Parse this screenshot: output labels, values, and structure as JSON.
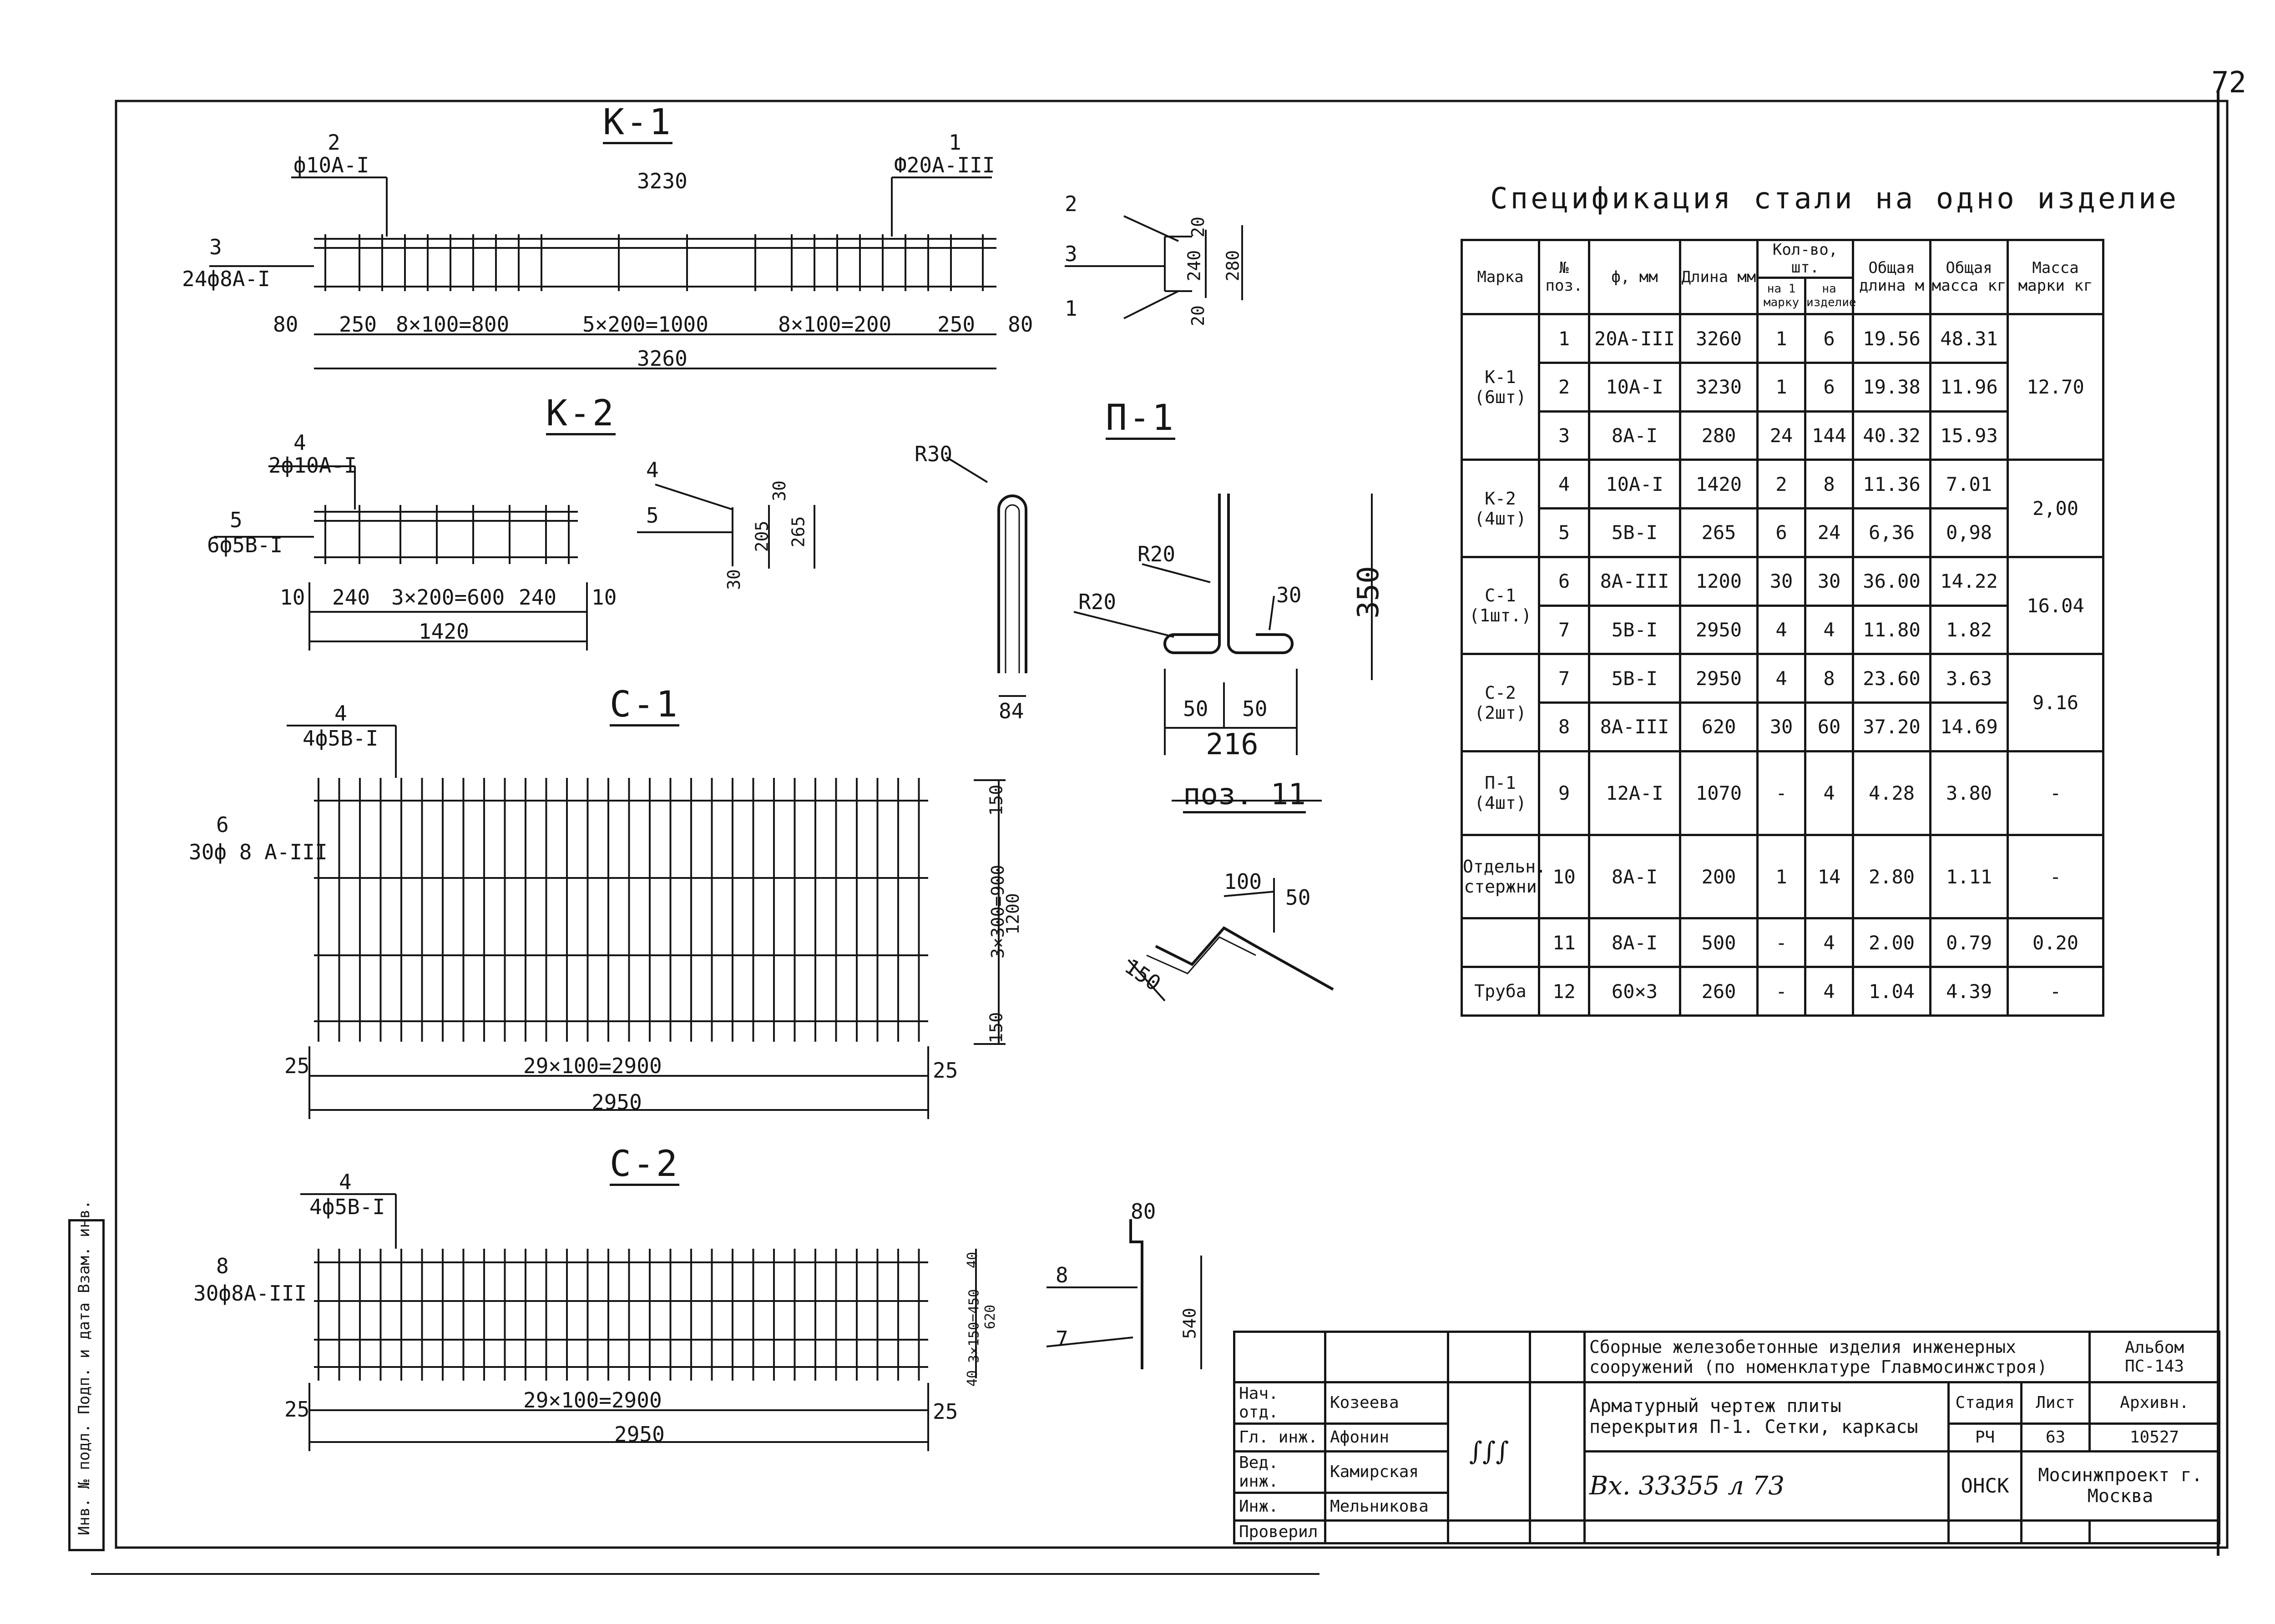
{
  "sheet": {
    "number": "72"
  },
  "k1": {
    "title": "К-1",
    "pos2_num": "2",
    "pos2_spec": "ф10А-I",
    "pos1_num": "1",
    "pos1_spec": "Ф20А-III",
    "pos3_num": "3",
    "pos3_spec": "24ф8А-I",
    "len_top": "3230",
    "dims": [
      "80",
      "250",
      "8×100=800",
      "5×200=1000",
      "8×100=200",
      "250",
      "80"
    ],
    "len_total": "3260",
    "section_labels": [
      "2",
      "3",
      "1"
    ],
    "section_dims": [
      "20",
      "240",
      "20",
      "280"
    ]
  },
  "k2": {
    "title": "К-2",
    "pos4_num": "4",
    "pos4_spec": "2ф10А-I",
    "pos5_num": "5",
    "pos5_spec": "6ф5В-I",
    "dims": [
      "10",
      "240",
      "3×200=600",
      "240",
      "10"
    ],
    "len_total": "1420",
    "section_labels": [
      "4",
      "5"
    ],
    "section_dims": [
      "30",
      "205",
      "30",
      "265"
    ]
  },
  "p1": {
    "title": "П-1",
    "r30": "R30",
    "w84": "84",
    "r20a": "R20",
    "r20b": "R20",
    "d30": "30",
    "h350": "350",
    "d50a": "50",
    "d50b": "50",
    "w216": "216",
    "pos_title": "поз. 11",
    "d100": "100",
    "d50c": "50",
    "d150": "150"
  },
  "c1": {
    "title": "С-1",
    "pos4_num": "4",
    "pos4_spec": "4ф5В-I",
    "pos6_num": "6",
    "pos6_spec": "30ф 8 А-III",
    "dim_top": "150",
    "dim_mid": "3×300=900",
    "dim_total": "1200",
    "dim_bot": "150",
    "edge_l": "25",
    "edge_r": "25",
    "dim_x": "29×100=2900",
    "len_total": "2950"
  },
  "c2": {
    "title": "С-2",
    "pos4_num": "4",
    "pos4_spec": "4ф5В-I",
    "pos8_num": "8",
    "pos8_spec": "30ф8А-III",
    "dim_top": "40",
    "dim_mid": "3×150=450",
    "dim_total": "620",
    "dim_bot": "40",
    "edge_l": "25",
    "edge_r": "25",
    "dim_x": "29×100=2900",
    "len_total": "2950",
    "section_labels": [
      "8",
      "7"
    ],
    "section_dims": [
      "80",
      "540"
    ]
  },
  "spec": {
    "title": "Спецификация стали на одно изделие",
    "headers": [
      "Марка",
      "№ поз.",
      "ф, мм",
      "Длина мм",
      "Кол-во, шт.",
      "Общая длина м",
      "Общая масса кг",
      "Масса марки кг"
    ],
    "subheaders": [
      "на 1 марку",
      "на изделие"
    ],
    "groups": [
      {
        "mark": "К-1 (6шт)",
        "mass": "12.70",
        "rows": [
          [
            "1",
            "20А-III",
            "3260",
            "1",
            "6",
            "19.56",
            "48.31"
          ],
          [
            "2",
            "10А-I",
            "3230",
            "1",
            "6",
            "19.38",
            "11.96"
          ],
          [
            "3",
            "8А-I",
            "280",
            "24",
            "144",
            "40.32",
            "15.93"
          ]
        ]
      },
      {
        "mark": "К-2 (4шт)",
        "mass": "2,00",
        "rows": [
          [
            "4",
            "10А-I",
            "1420",
            "2",
            "8",
            "11.36",
            "7.01"
          ],
          [
            "5",
            "5В-I",
            "265",
            "6",
            "24",
            "6,36",
            "0,98"
          ]
        ]
      },
      {
        "mark": "С-1 (1шт.)",
        "mass": "16.04",
        "rows": [
          [
            "6",
            "8А-III",
            "1200",
            "30",
            "30",
            "36.00",
            "14.22"
          ],
          [
            "7",
            "5В-I",
            "2950",
            "4",
            "4",
            "11.80",
            "1.82"
          ]
        ]
      },
      {
        "mark": "С-2 (2шт)",
        "mass": "9.16",
        "rows": [
          [
            "7",
            "5В-I",
            "2950",
            "4",
            "8",
            "23.60",
            "3.63"
          ],
          [
            "8",
            "8А-III",
            "620",
            "30",
            "60",
            "37.20",
            "14.69"
          ]
        ]
      },
      {
        "mark": "П-1 (4шт)",
        "mass": "-",
        "rows": [
          [
            "9",
            "12А-I",
            "1070",
            "-",
            "4",
            "4.28",
            "3.80"
          ]
        ]
      },
      {
        "mark": "Отдельн. стержни",
        "mass": "-",
        "rows": [
          [
            "10",
            "8А-I",
            "200",
            "1",
            "14",
            "2.80",
            "1.11"
          ]
        ]
      },
      {
        "mark": "",
        "mass": "0.20",
        "rows": [
          [
            "11",
            "8А-I",
            "500",
            "-",
            "4",
            "2.00",
            "0.79"
          ]
        ]
      },
      {
        "mark": "Труба",
        "mass": "-",
        "rows": [
          [
            "12",
            "60×3",
            "260",
            "-",
            "4",
            "1.04",
            "4.39"
          ]
        ]
      }
    ]
  },
  "stamp": {
    "project": "Сборные железобетонные изделия инженерных сооружений (по номенклатуре Главмосинжстроя)",
    "album_label": "Альбом",
    "album_value": "ПС-143",
    "drawing_title": "Арматурный чертеж плиты перекрытия П-1. Сетки, каркасы",
    "stage_label": "Стадия",
    "stage_value": "РЧ",
    "sheet_label": "Лист",
    "sheet_value": "63",
    "archive_label": "Архивн.",
    "archive_value": "10527",
    "dept": "ОНСК",
    "org": "Мосинжпроект г. Москва",
    "roles": [
      "Нач. отд.",
      "Гл. инж.",
      "Вед. инж.",
      "Инж.",
      "Проверил"
    ],
    "names": [
      "Козеева",
      "Афонин",
      "Камирская",
      "Мельникова",
      ""
    ],
    "archive_note": "Вх. 33355 л 73"
  },
  "sidebar": {
    "text": "Инв. № подл.  Подп. и дата  Взам. инв."
  }
}
